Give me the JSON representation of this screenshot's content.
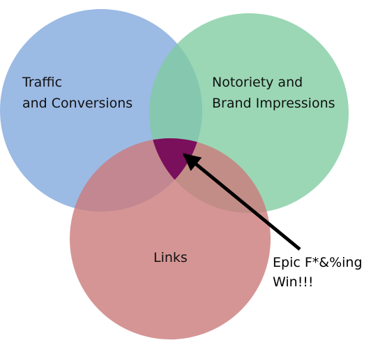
{
  "diagram": {
    "type": "venn",
    "sets": [
      {
        "id": "traffic",
        "label_lines": [
          "Traffic",
          "and Conversions"
        ],
        "color": "#8aaedf"
      },
      {
        "id": "notoriety",
        "label_lines": [
          "Notoriety and",
          "Brand Impressions"
        ],
        "color": "#7fcca0"
      },
      {
        "id": "links",
        "label_lines": [
          "Links"
        ],
        "color": "#cc7a7a"
      }
    ],
    "center_region": {
      "color": "#7a0f5c"
    },
    "callout": {
      "label_lines": [
        "Epic F*&%ing",
        "Win!!!"
      ]
    }
  }
}
